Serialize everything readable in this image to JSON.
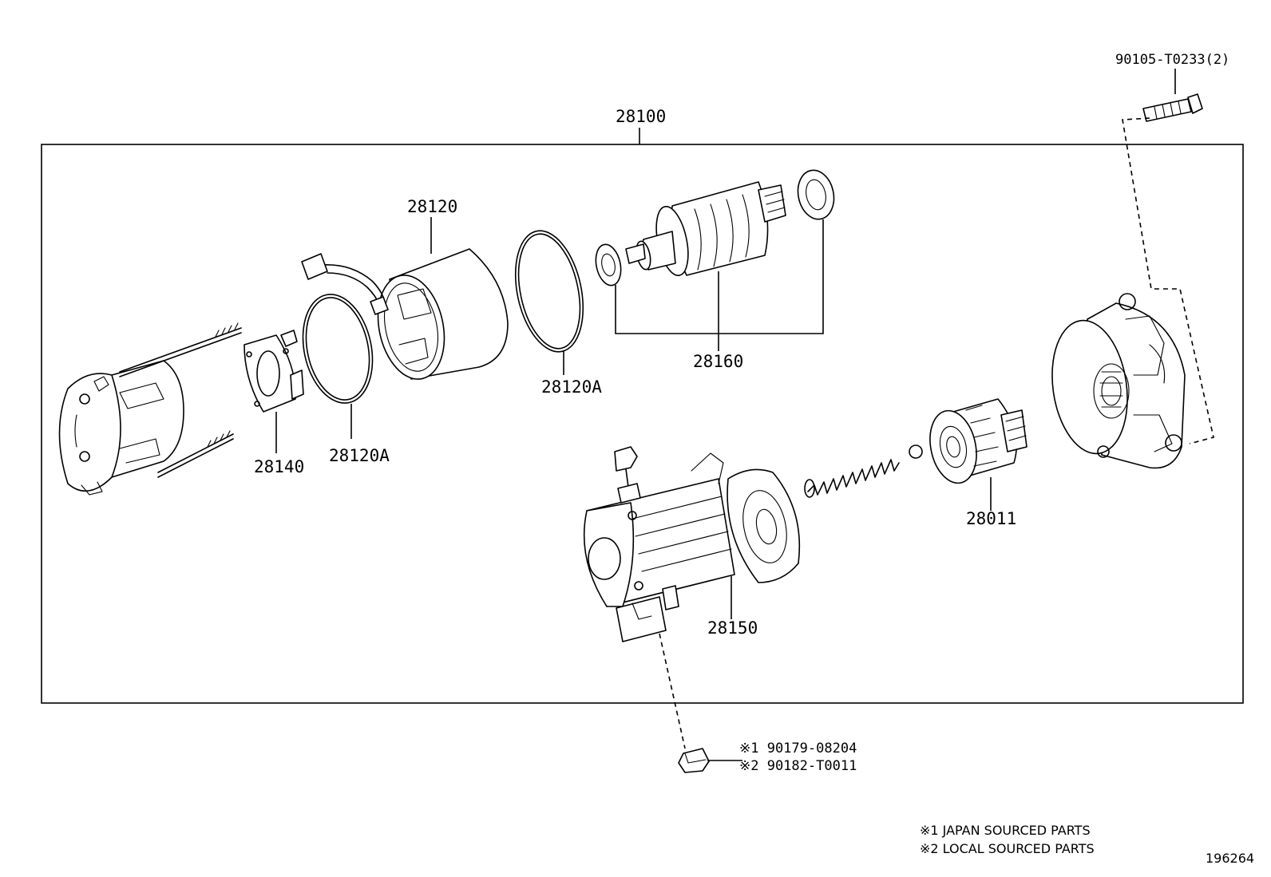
{
  "diagram": {
    "labels": {
      "assembly": "28100",
      "bolt": "90105-T0233(2)",
      "field_coil": "28120",
      "o_ring_left": "28120A",
      "o_ring_right": "28120A",
      "brush_holder": "28140",
      "armature": "28160",
      "clutch": "28011",
      "magnetic_switch": "28150",
      "nut_japan": "※1 90179-08204",
      "nut_local": "※2 90182-T0011"
    },
    "notes": {
      "japan": "※1 JAPAN SOURCED PARTS",
      "local": "※2 LOCAL SOURCED PARTS"
    },
    "figure_id": "196264"
  }
}
